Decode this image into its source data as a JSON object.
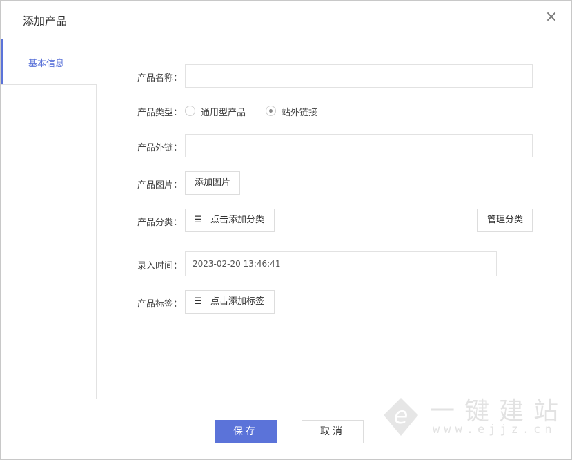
{
  "dialog": {
    "title": "添加产品",
    "close_icon": "close-icon"
  },
  "tabs": [
    {
      "label": "基本信息",
      "active": true
    }
  ],
  "form": {
    "name_label": "产品名称：",
    "name_value": "",
    "type_label": "产品类型：",
    "type_options": [
      {
        "label": "通用型产品",
        "selected": false
      },
      {
        "label": "站外链接",
        "selected": true
      }
    ],
    "link_label": "产品外链：",
    "link_value": "",
    "image_label": "产品图片：",
    "image_button": "添加图片",
    "category_label": "产品分类：",
    "category_button": "点击添加分类",
    "manage_category_button": "管理分类",
    "time_label": "录入时间：",
    "time_value": "2023-02-20 13:46:41",
    "tags_label": "产品标签：",
    "tags_button": "点击添加标签"
  },
  "footer": {
    "save": "保存",
    "cancel": "取消"
  },
  "watermark": {
    "text": "一键建站",
    "url": "www.ejjz.cn"
  },
  "colors": {
    "accent": "#5b73d9"
  }
}
